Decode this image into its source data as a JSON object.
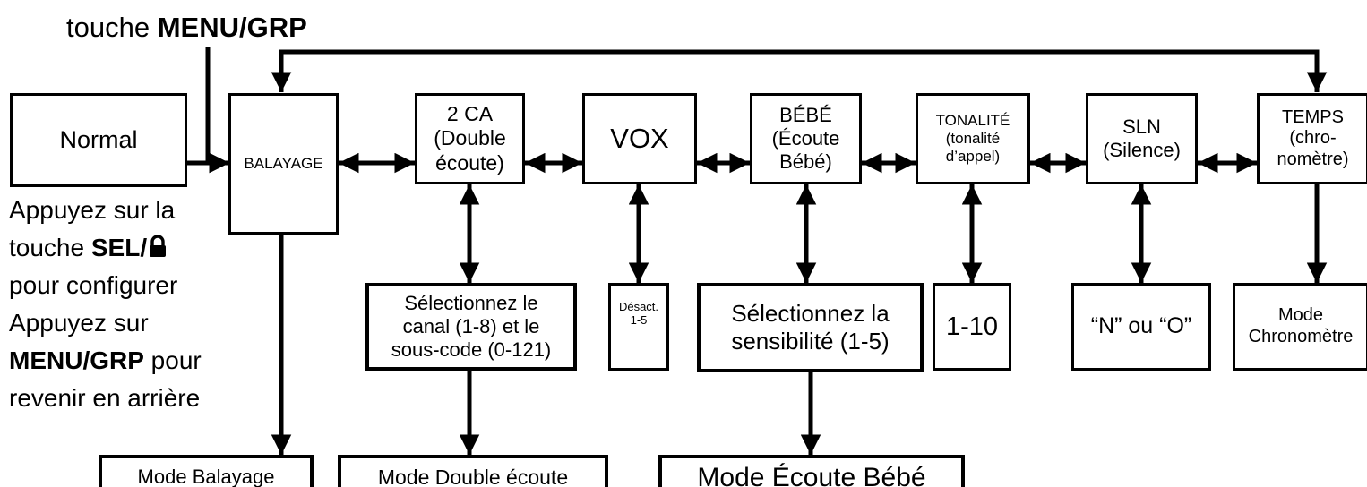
{
  "title_prefix": "touche",
  "title_key": "MENU/GRP",
  "boxes": {
    "normal": "Normal",
    "balayage": "BALAYAGE",
    "dual": "2 CA\n(Double\nécoute)",
    "vox": "VOX",
    "bebe": "BÉBÉ\n(Écoute\nBébé)",
    "tonalite": "TONALITÉ\n(tonalité\nd’appel)",
    "sln": "SLN\n(Silence)",
    "temps": "TEMPS\n(chro-\nnomètre)",
    "dual_setting": "Sélectionnez le\ncanal (1-8) et le\nsous-code (0-121)",
    "vox_setting": "Désact.\n1-5",
    "bebe_setting": "Sélectionnez la\nsensibilité (1-5)",
    "tonalite_setting": "1-10",
    "sln_setting": "“N” ou “O”",
    "temps_setting": "Mode\nChronomètre",
    "mode_balayage": "Mode Balayage",
    "mode_dual": "Mode Double écoute",
    "mode_bebe": "Mode Écoute Bébé"
  },
  "instructions": {
    "line1": "Appuyez sur la",
    "line2_prefix": "touche ",
    "line2_key": "SEL/",
    "lock_icon_name": "lock-icon",
    "line3": "pour configurer",
    "line4": "Appuyez sur",
    "line5_key": "MENU/GRP",
    "line5_suffix": " pour",
    "line6": "revenir en arrière"
  }
}
